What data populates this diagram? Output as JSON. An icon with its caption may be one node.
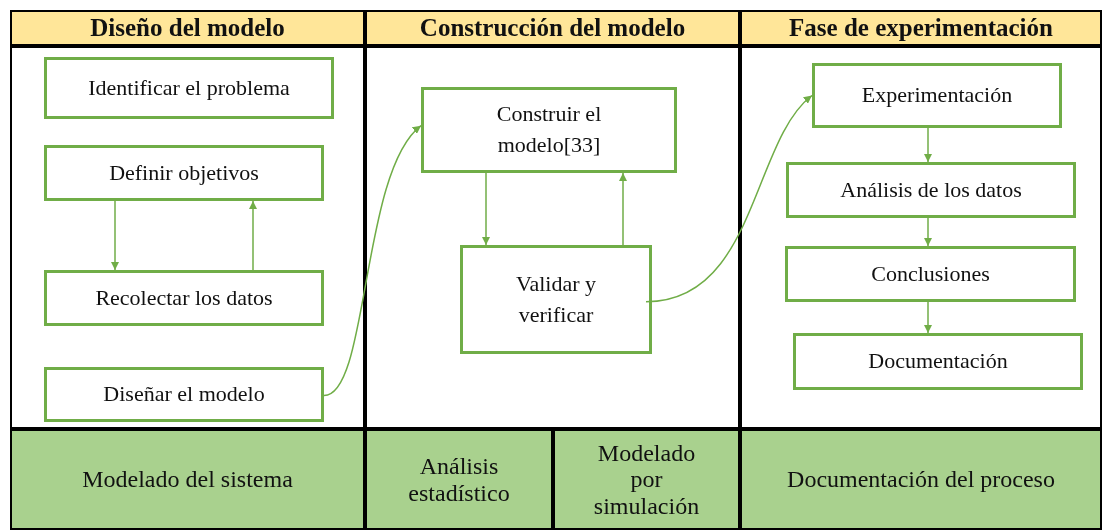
{
  "diagram": {
    "nodes": [
      {
        "text": [
          "Diseño del modelo"
        ]
      },
      {
        "text": [
          "Construcción del modelo"
        ]
      },
      {
        "text": [
          "Fase de experimentación"
        ]
      },
      {
        "text": [],
        "shape": "box"
      },
      {
        "text": [
          "Identificar el problema"
        ],
        "in": 3
      },
      {
        "text": [
          "Definir objetivos"
        ],
        "in": 3
      },
      {
        "text": [
          "Recolectar los datos"
        ],
        "in": 3
      },
      {
        "text": [
          "Diseñar el modelo"
        ],
        "in": 3
      },
      {
        "text": [],
        "shape": "box"
      },
      {
        "text": [
          "Construir el modelo[33]"
        ],
        "in": 8
      },
      {
        "text": [
          "Validar y verificar"
        ],
        "in": 8
      },
      {
        "text": [],
        "shape": "box"
      },
      {
        "text": [
          "Experimentación"
        ],
        "in": 11
      },
      {
        "text": [
          "Análisis de los datos"
        ],
        "in": 11
      },
      {
        "text": [
          "Conclusiones"
        ],
        "in": 11
      },
      {
        "text": [
          "Documentación"
        ],
        "in": 11
      },
      {
        "text": [
          "Modelado del sistema"
        ]
      },
      {
        "text": [
          "Análisis estadístico"
        ]
      },
      {
        "text": [
          "Modelado por simulación"
        ]
      },
      {
        "text": [
          "Documentación del proceso"
        ]
      }
    ],
    "edges": [
      {
        "from": 5,
        "to": 6,
        "arrow": "to"
      },
      {
        "from": 6,
        "to": 5,
        "arrow": "to"
      },
      {
        "from": 7,
        "to": 9,
        "arrow": "to"
      },
      {
        "from": 9,
        "to": 10,
        "arrow": "to"
      },
      {
        "from": 10,
        "to": 9,
        "arrow": "to"
      },
      {
        "from": 10,
        "to": 12,
        "arrow": "to"
      },
      {
        "from": 12,
        "to": 13,
        "arrow": "to"
      },
      {
        "from": 13,
        "to": 14,
        "arrow": "to"
      },
      {
        "from": 14,
        "to": 15,
        "arrow": "to"
      }
    ]
  }
}
